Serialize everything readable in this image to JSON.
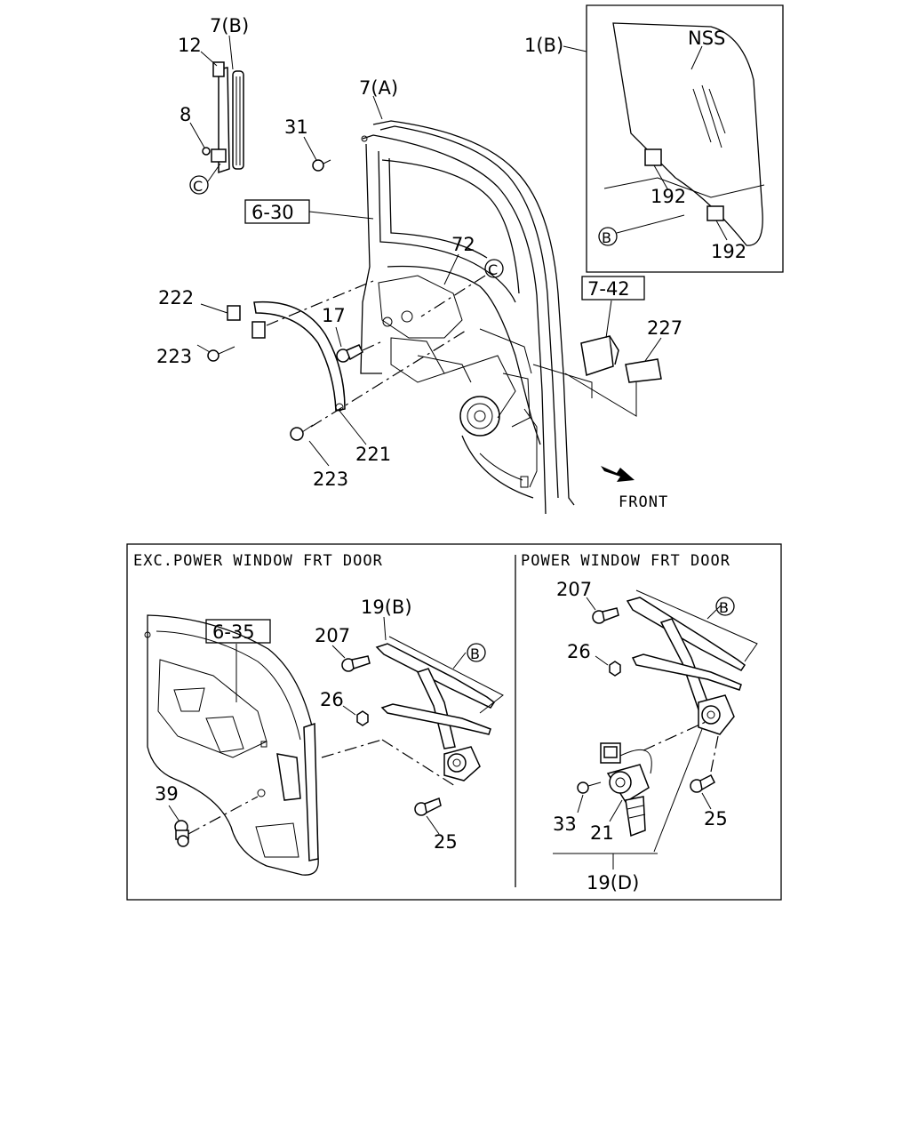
{
  "callouts": {
    "c12": "12",
    "c7b": "7(B)",
    "c8": "8",
    "c31": "31",
    "c7a": "7(A)",
    "c1b": "1(B)",
    "nss": "NSS",
    "c192a": "192",
    "c192b": "192",
    "c6_30": "6-30",
    "c72": "72",
    "c222": "222",
    "c223a": "223",
    "c17": "17",
    "c7_42": "7-42",
    "c227": "227",
    "c221": "221",
    "c223b": "223",
    "front": "FRONT",
    "c19b": "19(B)",
    "c207a": "207",
    "c26a": "26",
    "c6_35": "6-35",
    "c39": "39",
    "c25a": "25",
    "c207b": "207",
    "c26b": "26",
    "c33": "33",
    "c21": "21",
    "c25b": "25",
    "c19d": "19(D)"
  },
  "markers": {
    "c_top": "C",
    "c_door": "C",
    "b_glass": "B",
    "b_left": "B",
    "b_right": "B"
  },
  "panels": {
    "left_title": "EXC.POWER WINDOW FRT DOOR",
    "right_title": "POWER WINDOW FRT DOOR"
  }
}
